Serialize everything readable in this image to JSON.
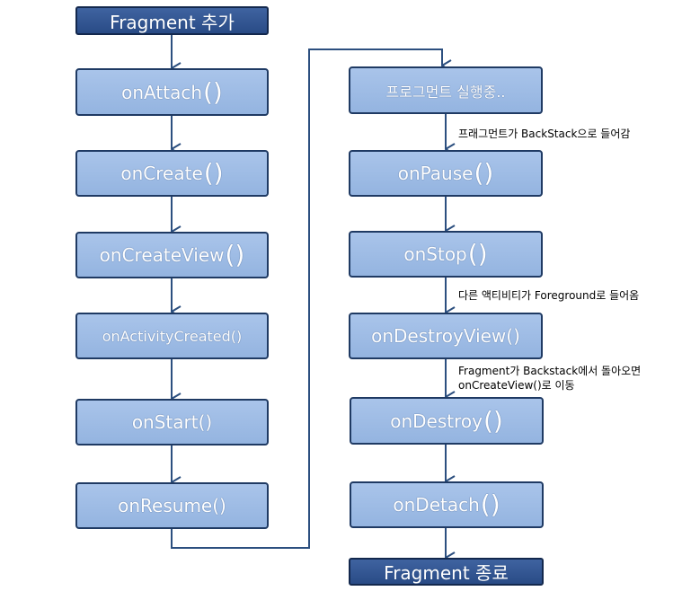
{
  "colors": {
    "node_fill": "#a9c4ea",
    "node_border": "#1f3a63",
    "terminal_fill": "#2f528f",
    "arrow": "#2c4f7f",
    "note_text": "#000000"
  },
  "left_column": {
    "start": "Fragment 추가",
    "steps": [
      {
        "name": "onAttach",
        "paren": "()"
      },
      {
        "name": "onCreate",
        "paren": "()"
      },
      {
        "name": "onCreateView",
        "paren": "()"
      },
      {
        "name": "onActivityCreated()",
        "paren": ""
      },
      {
        "name": "onStart()",
        "paren": ""
      },
      {
        "name": "onResume()",
        "paren": ""
      }
    ]
  },
  "right_column": {
    "running": "프로그먼트 실행중..",
    "steps": [
      {
        "name": "onPause",
        "paren": "()"
      },
      {
        "name": "onStop",
        "paren": "()"
      },
      {
        "name": "onDestroyView()",
        "paren": ""
      },
      {
        "name": "onDestroy",
        "paren": "()"
      },
      {
        "name": "onDetach",
        "paren": "()"
      }
    ],
    "end": "Fragment 종료"
  },
  "notes": {
    "to_backstack": "프래그먼트가 BackStack으로 들어감",
    "other_activity": "다른 액티비티가 Foreground로 들어옴",
    "return_line1": "Fragment가 Backstack에서 돌아오면",
    "return_line2": "onCreateView()로 이동"
  }
}
